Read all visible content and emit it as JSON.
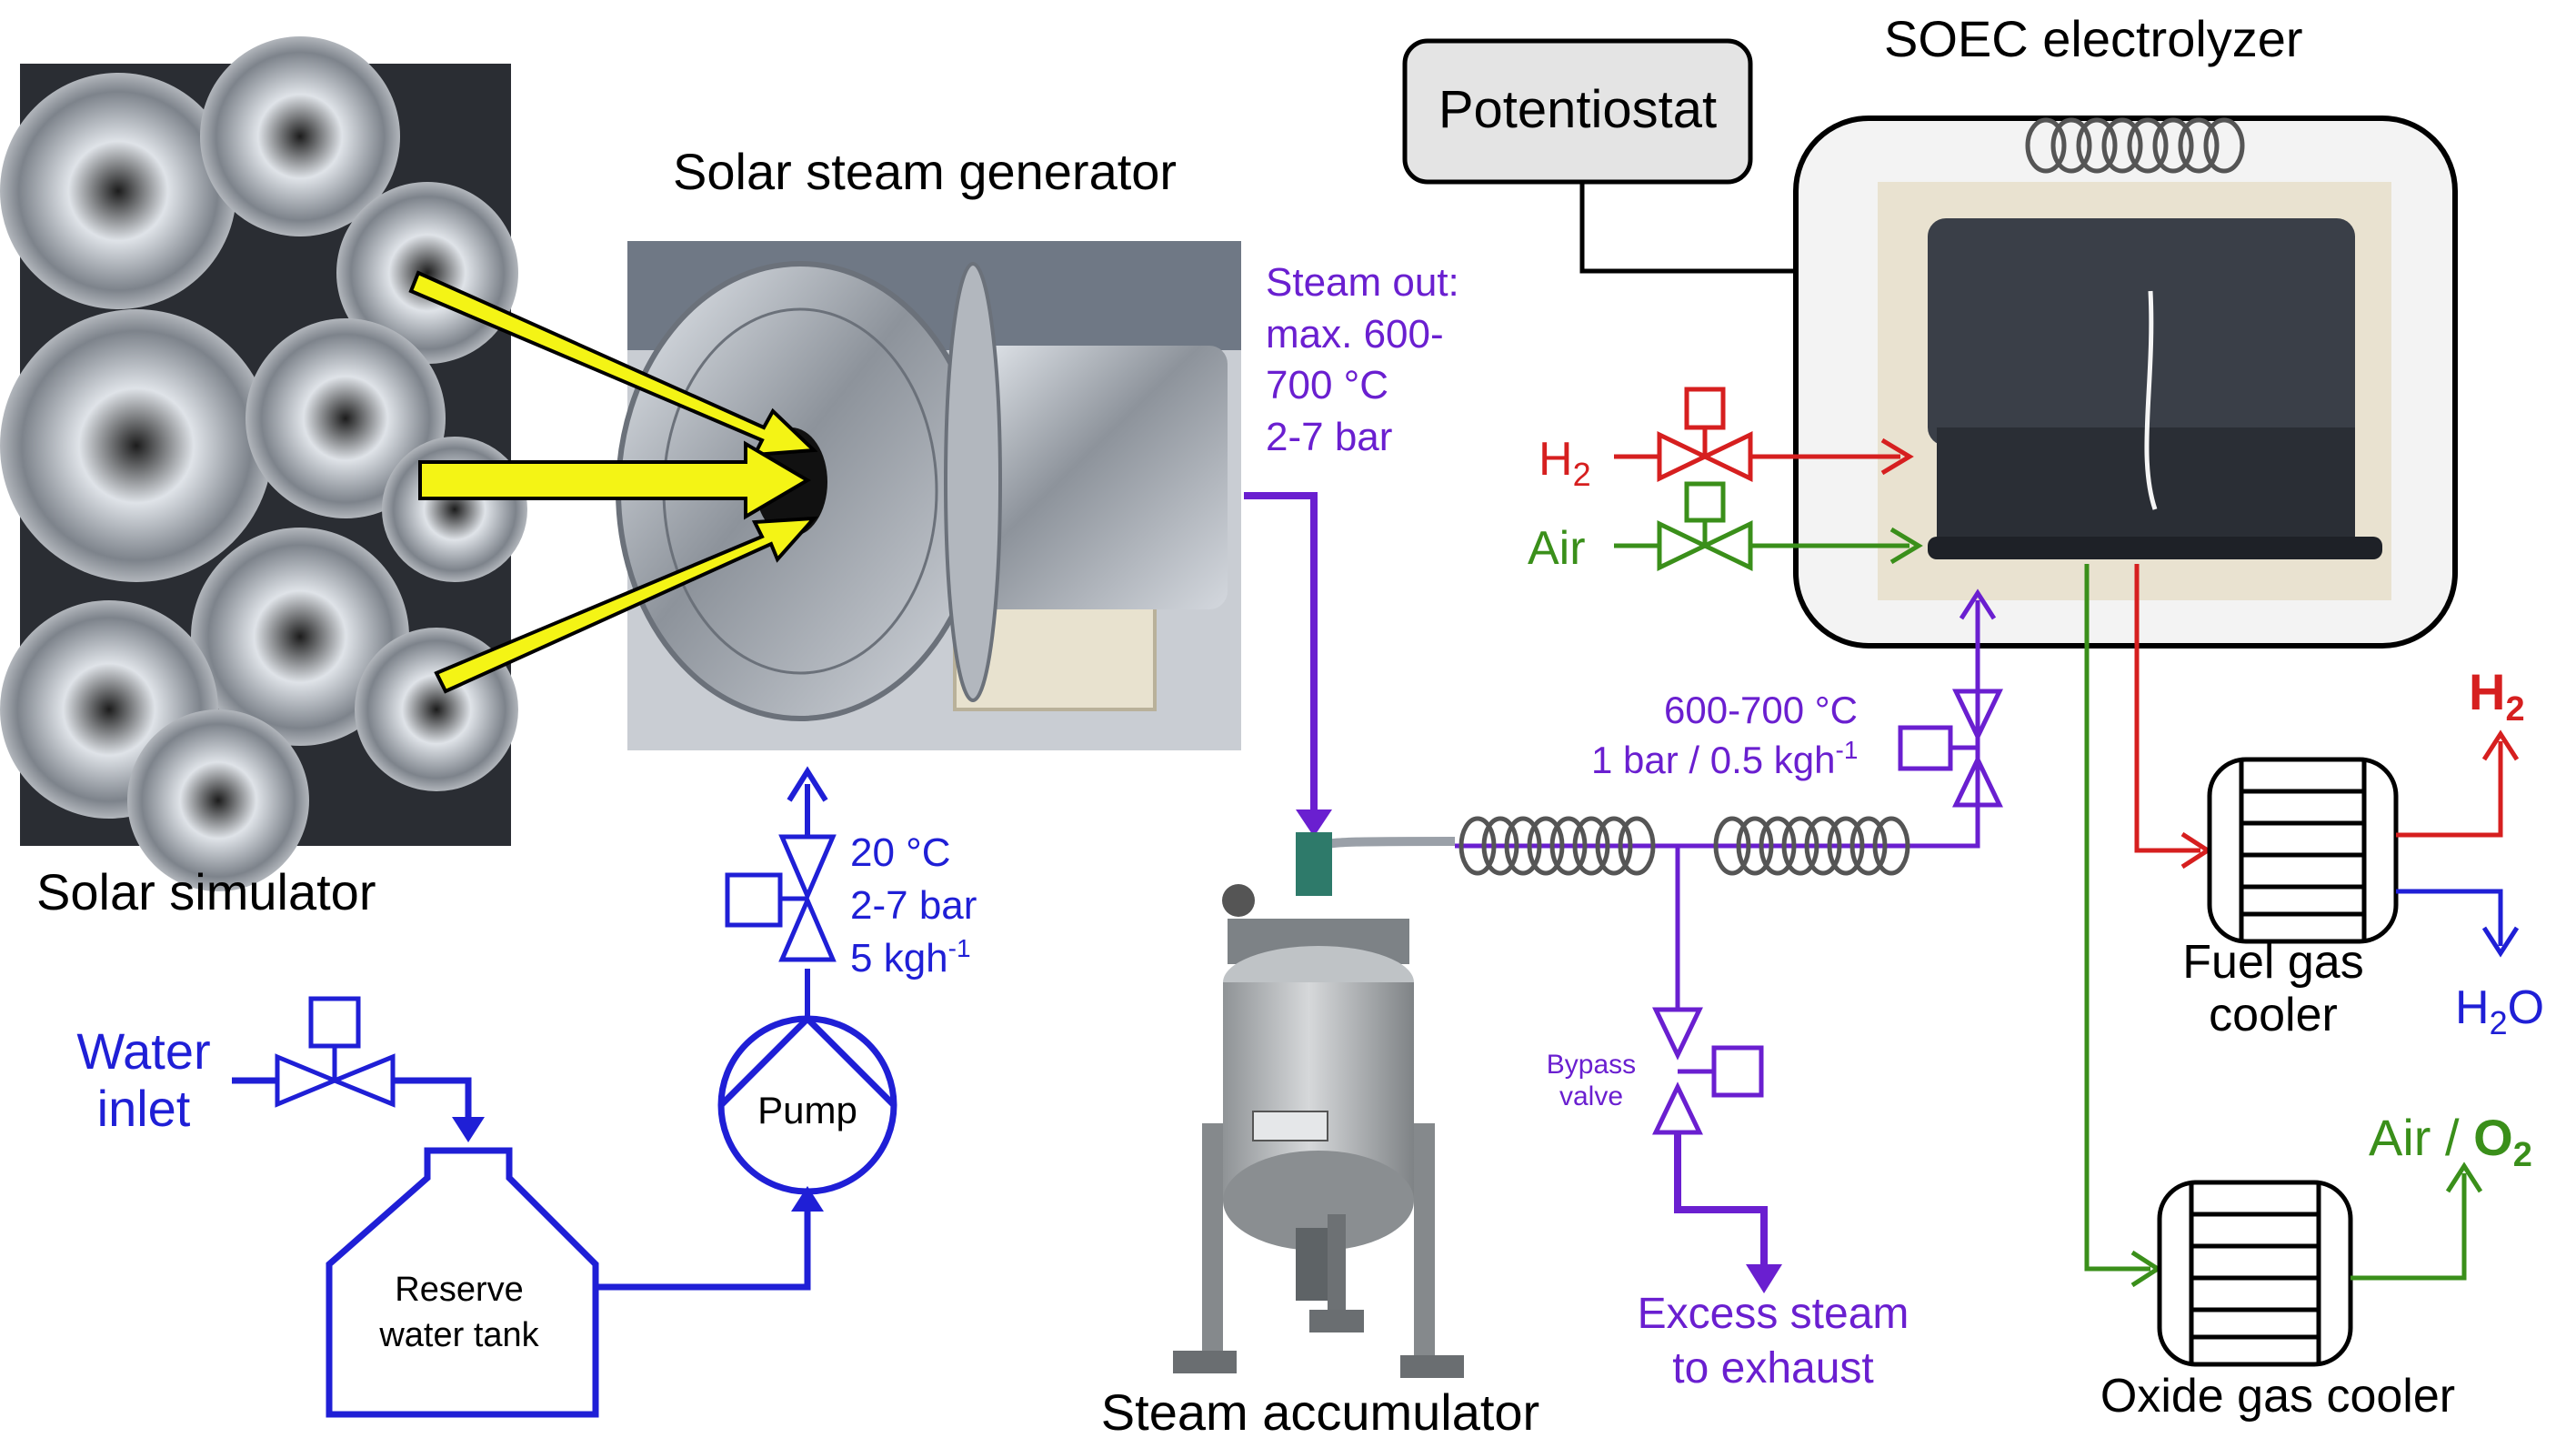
{
  "colors": {
    "water": "#1f1fd6",
    "steam": "#6a1fd0",
    "hydrogen": "#d61f1f",
    "air": "#3a8f1a",
    "black": "#000000",
    "arrow_yellow": "#f4f415",
    "photo_metal": "#9aa0a8",
    "cell_dark": "#3a3f48"
  },
  "labels": {
    "solar_simulator": "Solar simulator",
    "solar_steam_generator": "Solar steam generator",
    "steam_out": [
      "Steam out:",
      "max. 600-",
      "700 °C",
      "2-7 bar"
    ],
    "potentiostat": "Potentiostat",
    "soec": "SOEC electrolyzer",
    "h2_in": "H",
    "h2_in_sub": "2",
    "air_in": "Air",
    "h2_out": "H",
    "h2_out_sub": "2",
    "h2o_out": "H",
    "h2o_out_sub": "2",
    "h2o_out_o": "O",
    "fuel_cooler": [
      "Fuel gas",
      "cooler"
    ],
    "air_o2_air": "Air / ",
    "air_o2_o": "O",
    "air_o2_sub": "2",
    "oxide_cooler": "Oxide gas cooler",
    "steam_cond": [
      "600-700 °C",
      "1 bar / 0.5 kgh"
    ],
    "steam_cond_sup": "-1",
    "pump_cond": [
      "20 °C",
      "2-7 bar",
      "5 kgh"
    ],
    "pump_cond_sup": "-1",
    "pump": "Pump",
    "water_inlet": [
      "Water",
      "inlet"
    ],
    "reserve_tank": [
      "Reserve",
      "water tank"
    ],
    "bypass": [
      "Bypass",
      "valve"
    ],
    "excess_steam": [
      "Excess steam",
      "to exhaust"
    ],
    "steam_accumulator": "Steam accumulator"
  }
}
